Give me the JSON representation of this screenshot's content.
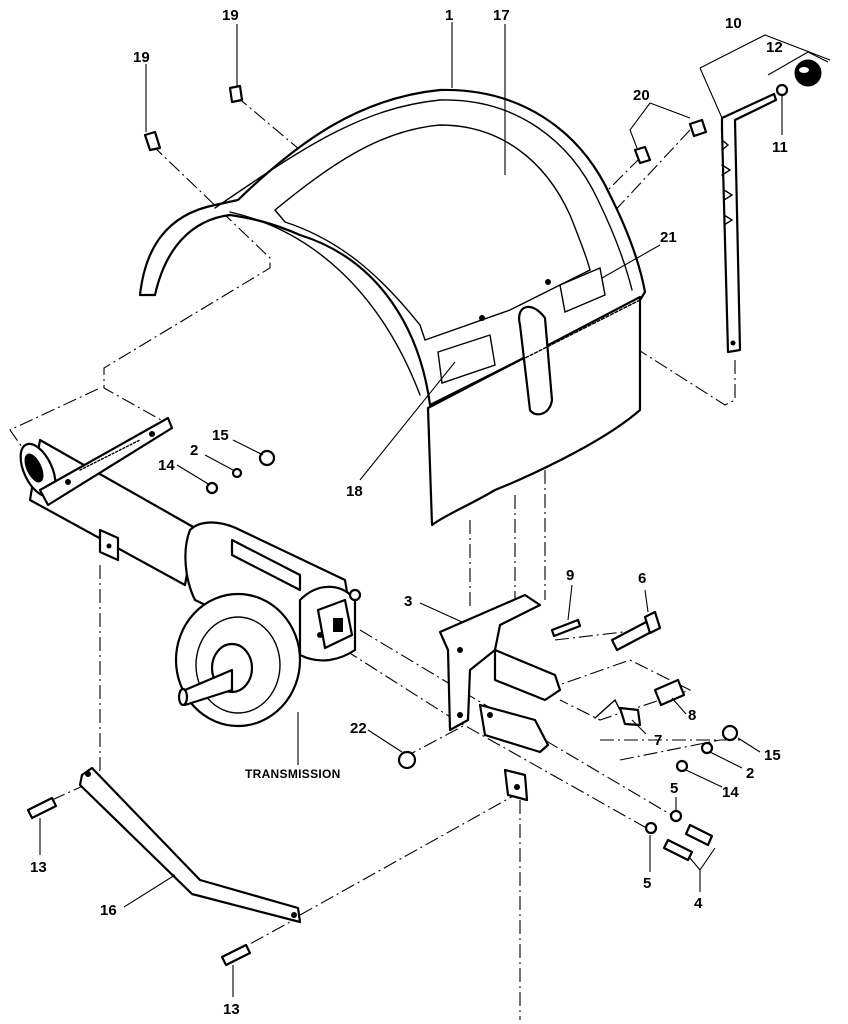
{
  "callouts": {
    "c1": "1",
    "c2a": "2",
    "c2b": "2",
    "c3": "3",
    "c4": "4",
    "c5a": "5",
    "c5b": "5",
    "c6": "6",
    "c7": "7",
    "c8": "8",
    "c9": "9",
    "c10": "10",
    "c11": "11",
    "c12": "12",
    "c13a": "13",
    "c13b": "13",
    "c14a": "14",
    "c14b": "14",
    "c15a": "15",
    "c15b": "15",
    "c16": "16",
    "c17": "17",
    "c18": "18",
    "c19a": "19",
    "c19b": "19",
    "c20": "20",
    "c21": "21",
    "c22": "22"
  },
  "labels": {
    "transmission": "TRANSMISSION"
  }
}
